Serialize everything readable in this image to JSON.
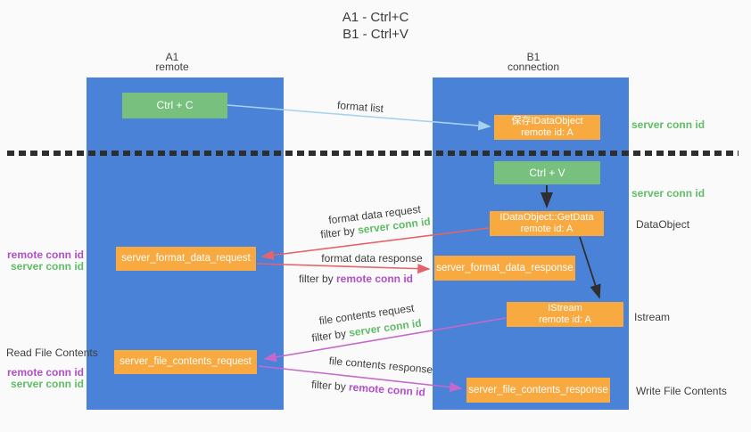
{
  "title": {
    "line1": "A1 - Ctrl+C",
    "line2": "B1 - Ctrl+V"
  },
  "lifelines": {
    "a1": {
      "name": "A1",
      "role": "remote"
    },
    "b1": {
      "name": "B1",
      "role": "connection"
    }
  },
  "nodes": {
    "ctrl_c": {
      "label": "Ctrl + C"
    },
    "ctrl_v": {
      "label": "Ctrl + V"
    },
    "save_idataobject": {
      "line1": "保存IDataObject",
      "line2": "remote id: A"
    },
    "idataobject_getdata": {
      "line1": "IDataObject::GetData",
      "line2": "remote id: A"
    },
    "istream": {
      "line1": "IStream",
      "line2": "remote id: A"
    },
    "server_format_data_request": {
      "label": "server_format_data_request"
    },
    "server_format_data_response": {
      "label": "server_format_data_response"
    },
    "server_file_contents_request": {
      "label": "server_file_contents_request"
    },
    "server_file_contents_response": {
      "label": "server_file_contents_response"
    }
  },
  "arrows": {
    "format_list": {
      "label": "format list"
    },
    "format_data_request": {
      "label": "format data request",
      "filter_prefix": "filter by ",
      "filter_key": "server conn id"
    },
    "format_data_response": {
      "label": "format data response",
      "filter_prefix": "filter by ",
      "filter_key": "remote conn id"
    },
    "file_contents_request": {
      "label": "file contents request",
      "filter_prefix": "filter by ",
      "filter_key": "server conn id"
    },
    "file_contents_response": {
      "label": "file contents response",
      "filter_prefix": "filter by ",
      "filter_key": "remote conn id"
    }
  },
  "side_labels": {
    "right_server_conn_top": "server conn id",
    "right_server_conn_mid": "server conn id",
    "dataobject": "DataObject",
    "istream": "Istream",
    "write_file_contents": "Write File Contents",
    "read_file_contents": "Read File Contents",
    "left_format_remote_conn": "remote conn id",
    "left_format_server_conn": "server conn id",
    "left_file_remote_conn": "remote conn id",
    "left_file_server_conn": "server conn id"
  },
  "colors": {
    "background": "#fafafa",
    "lifeline_blue": "#4a82d8",
    "action_green": "#77c07d",
    "message_orange": "#f8a940",
    "request_red": "#e4636c",
    "response_magenta": "#c468cc",
    "format_list_blue": "#a6d2ee",
    "black_arrow": "#2f2f2f",
    "conn_green": "#5fbd66",
    "conn_purple": "#b14fc8",
    "separator_dark": "#2e2e2e",
    "text_dark": "#3e3e3e"
  }
}
